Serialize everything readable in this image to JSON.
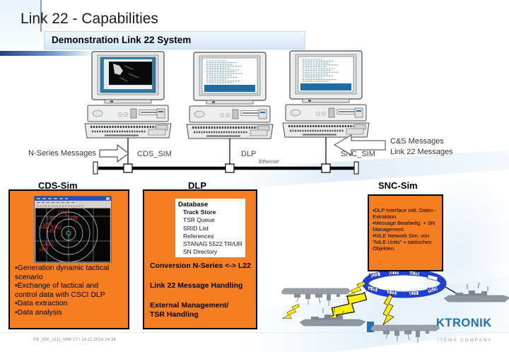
{
  "slide": {
    "title": "Link 22 - Capabilities",
    "subtitle": "Demonstration Link 22 System",
    "footer": "PB_000_JJJJ_MM/ 27 / 14.11.2014 14:34"
  },
  "network": {
    "node_cds": "CDS_SIM",
    "node_dlp": "DLP",
    "node_snc": "SNC_SIM",
    "bus_label": "Ethernet",
    "in_arrow_label": "N-Series Messages",
    "out_arrow_label_1": "C&S Messages",
    "out_arrow_label_2": "Link 22 Messages"
  },
  "sections": {
    "cds": {
      "header": "CDS-Sim",
      "bullets": [
        "•Generation dynamic tactical scenario",
        "•Exchange of tactical and control data with CSCI DLP",
        "•Data extraction",
        "•Data analysis"
      ],
      "radar_tracks": [
        "1452",
        "1457",
        "1456",
        "1454",
        "1455",
        "1453",
        "1451",
        "1450",
        "1447"
      ]
    },
    "dlp": {
      "header": "DLP",
      "database_title": "Database",
      "database_items": [
        "Track Store",
        "TSR Queue",
        "SRID List",
        "References",
        "STANAG 5522 TR/UR",
        "SN Directory"
      ],
      "functions": [
        "Conversion N-Series <-> L22",
        "Link 22 Message Handling",
        "External Management/ TSR Handling"
      ]
    },
    "snc": {
      "header": "SNC-Sim",
      "bullets": [
        "•DLP Interface inkl. Daten - Extraktion",
        "•Message Bearbeitg. + SN Management",
        "•NILE Network Sim. von \"NILE Units\" + taktischen Objekten."
      ]
    }
  },
  "nile_ring": {
    "labels": [
      "NU3",
      "NU1",
      "NU5",
      "NU5",
      "NU3",
      "NU1",
      "NU3"
    ]
  },
  "logo": {
    "line1": "KTRONIK",
    "line2": "iTEMS COMPANY"
  },
  "colors": {
    "box_orange": "#F57E20",
    "ring_blue": "#2140CF",
    "screen_blue": "#1E6DA6",
    "logo_blue": "#1C70B7",
    "bolt_yellow": "#FFEF00"
  }
}
